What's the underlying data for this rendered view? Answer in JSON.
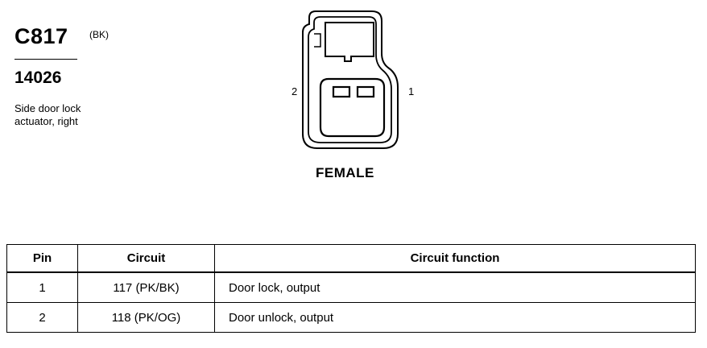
{
  "connector": {
    "id": "C817",
    "color_code": "(BK)",
    "part_number": "14026",
    "description_line1": "Side door lock",
    "description_line2": "actuator, right",
    "pin_left_label": "2",
    "pin_right_label": "1",
    "gender": "FEMALE"
  },
  "table": {
    "headers": {
      "pin": "Pin",
      "circuit": "Circuit",
      "function": "Circuit function"
    },
    "rows": [
      {
        "pin": "1",
        "circuit": "117 (PK/BK)",
        "function": "Door lock, output"
      },
      {
        "pin": "2",
        "circuit": "118 (PK/OG)",
        "function": "Door unlock, output"
      }
    ]
  }
}
